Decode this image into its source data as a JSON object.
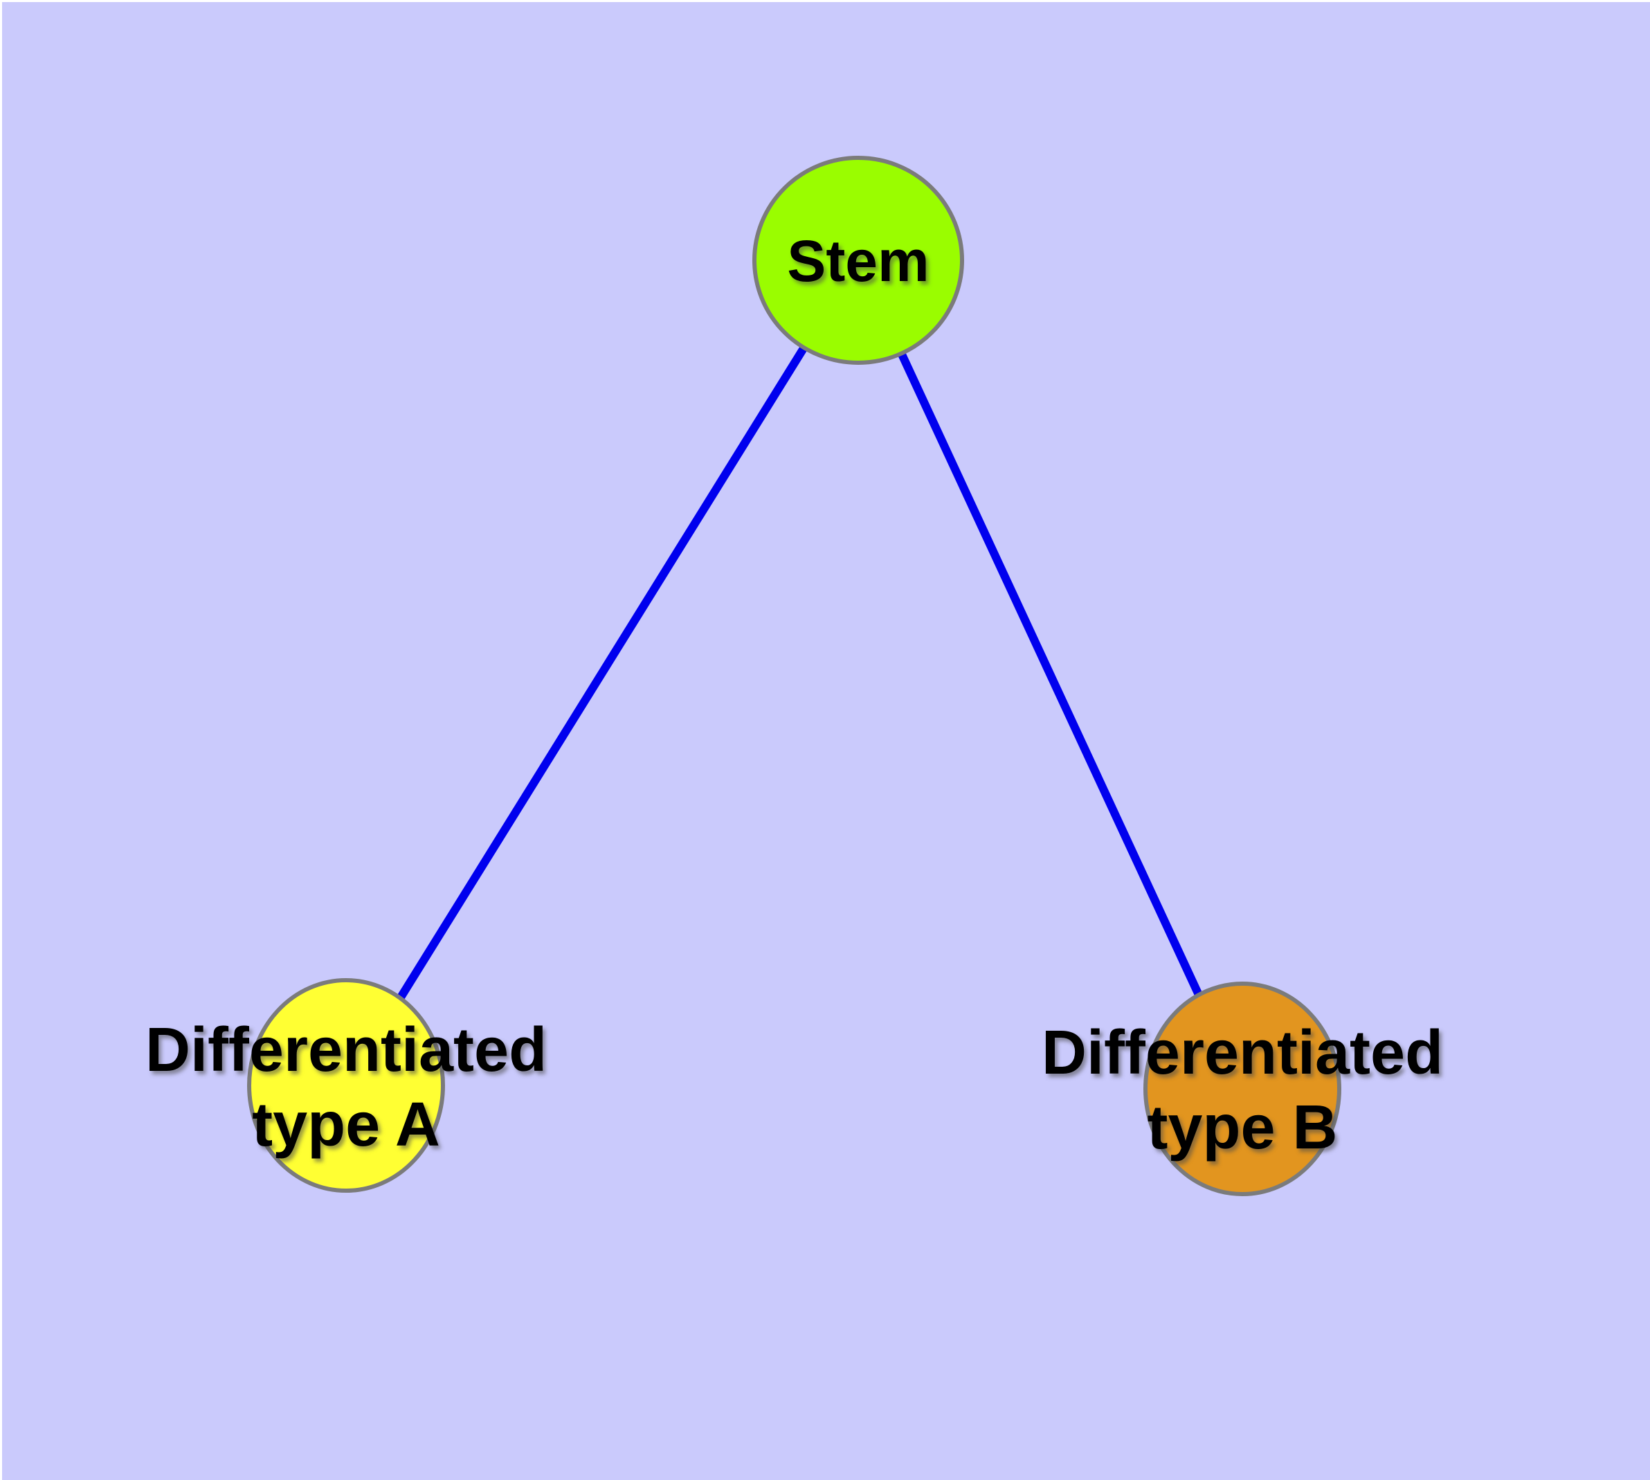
{
  "diagram": {
    "background_color": "#cacafc",
    "margin_color": "#ffffff",
    "edge_color": "#0000ee",
    "node_border_color": "#7b7b7b",
    "text_color": "#000000",
    "nodes": [
      {
        "id": "stem",
        "label": "Stem",
        "fill": "#9afd00"
      },
      {
        "id": "differentiated-type-a",
        "label_line1": "Differentiated",
        "label_line2": "type A",
        "fill": "#ffff33"
      },
      {
        "id": "differentiated-type-b",
        "label_line1": "Differentiated",
        "label_line2": "type B",
        "fill": "#e2951f"
      }
    ],
    "edges": [
      {
        "from": "stem",
        "to": "differentiated-type-a"
      },
      {
        "from": "stem",
        "to": "differentiated-type-b"
      }
    ]
  }
}
